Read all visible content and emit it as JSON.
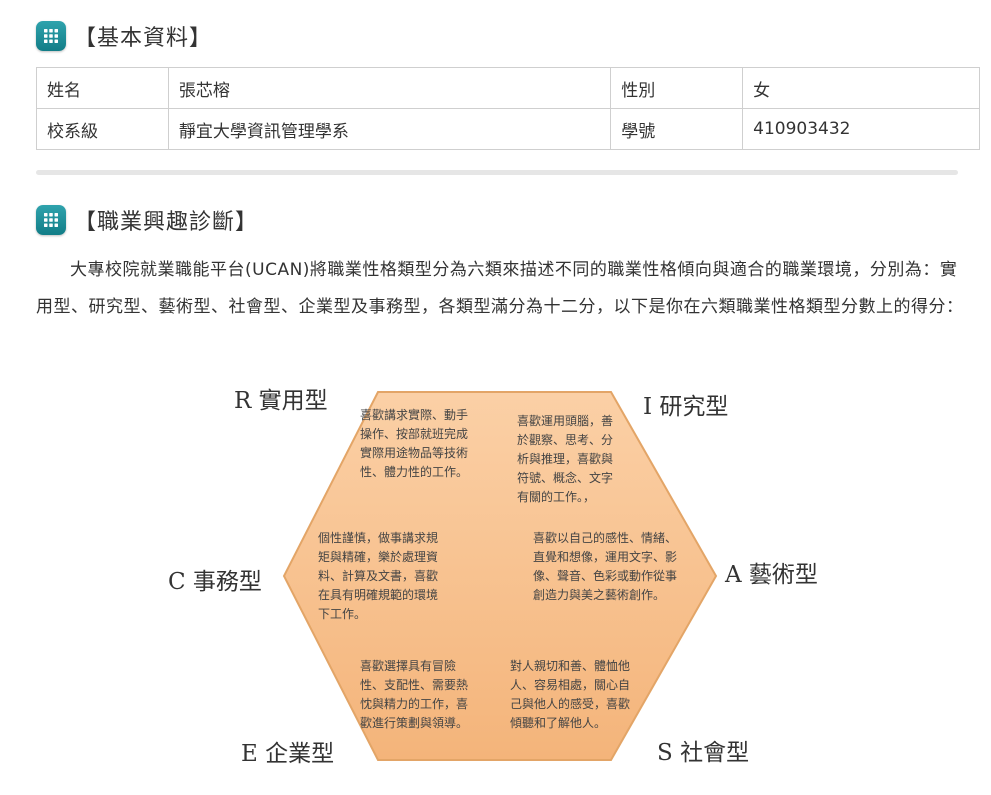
{
  "sections": {
    "basic": {
      "title": "【基本資料】",
      "icon": "grid-icon"
    },
    "career": {
      "title": "【職業興趣診斷】",
      "icon": "grid-icon"
    }
  },
  "basic_info": {
    "name_label": "姓名",
    "name_value": "張芯榕",
    "gender_label": "性別",
    "gender_value": "女",
    "dept_label": "校系級",
    "dept_value": "靜宜大學資訊管理學系",
    "id_label": "學號",
    "id_value": "410903432"
  },
  "intro": "大專校院就業職能平台(UCAN)將職業性格類型分為六類來描述不同的職業性格傾向與適合的職業環境，分別為：實用型、研究型、藝術型、社會型、企業型及事務型，各類型滿分為十二分，以下是你在六類職業性格類型分數上的得分：",
  "hexagon": {
    "fill_color": "#f9c391",
    "edge_color": "#e8a86d",
    "types": {
      "R": {
        "label": "R 實用型",
        "desc": "喜歡講求實際、動手操作、按部就班完成實際用途物品等技術性、體力性的工作。"
      },
      "I": {
        "label": "I 研究型",
        "desc": "喜歡運用頭腦，善於觀察、思考、分析與推理，喜歡與符號、概念、文字有關的工作。，"
      },
      "A": {
        "label": "A 藝術型",
        "desc": "喜歡以自己的感性、情緒、直覺和想像，運用文字、影像、聲音、色彩或動作從事創造力與美之藝術創作。"
      },
      "S": {
        "label": "S 社會型",
        "desc": "對人親切和善、體恤他人、容易相處，關心自己與他人的感受，喜歡傾聽和了解他人。"
      },
      "E": {
        "label": "E 企業型",
        "desc": "喜歡選擇具有冒險性、支配性、需要熱忱與精力的工作，喜歡進行策劃與領導。"
      },
      "C": {
        "label": "C 事務型",
        "desc": "個性謹慎，做事講求規矩與精確，樂於處理資料、計算及文書，喜歡在具有明確規範的環境下工作。"
      }
    }
  }
}
